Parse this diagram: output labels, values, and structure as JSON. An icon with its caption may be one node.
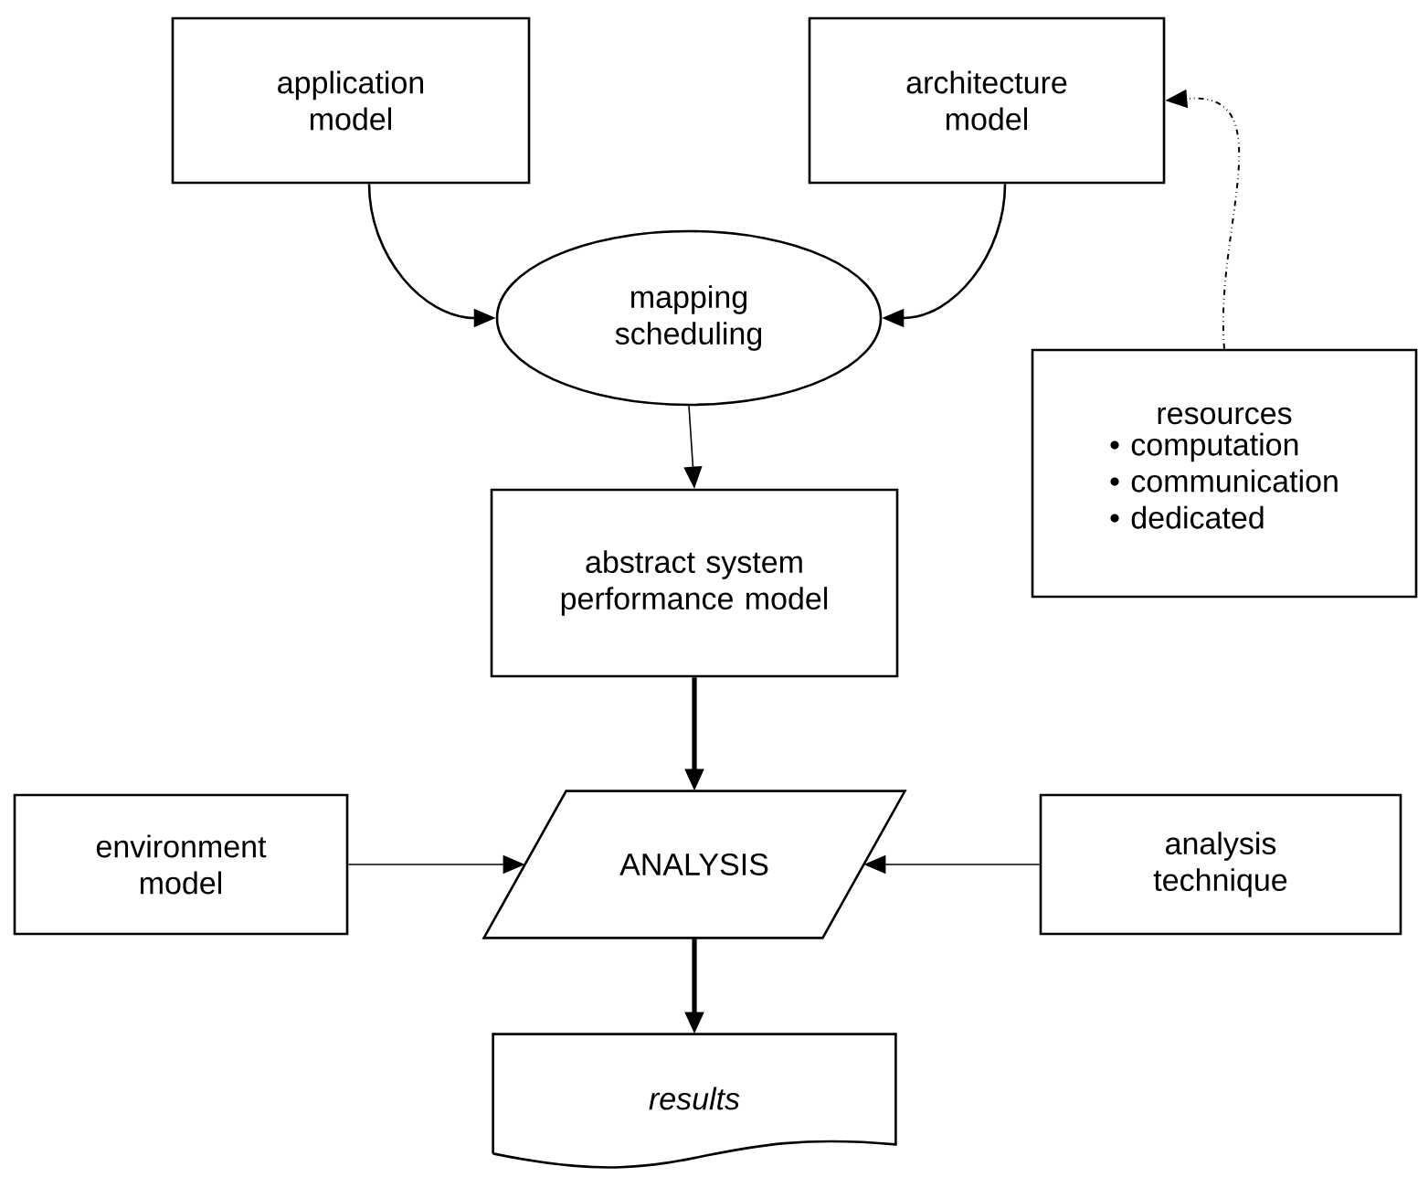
{
  "diagram": {
    "nodes": [
      {
        "text": [
          "application model"
        ]
      },
      {
        "text": [
          "architecture model"
        ]
      },
      {
        "text": [
          "mapping scheduling"
        ]
      },
      {
        "text": [
          "resources",
          "• computation",
          "• communication",
          "• dedicated"
        ]
      },
      {
        "text": [
          "abstract system performance model"
        ]
      },
      {
        "text": [
          "environment model"
        ]
      },
      {
        "text": [
          "ANALYSIS"
        ]
      },
      {
        "text": [
          "analysis technique"
        ]
      },
      {
        "text": [
          "results"
        ]
      }
    ],
    "edges": [
      {
        "from": 0,
        "to": 2,
        "arrow": "to"
      },
      {
        "from": 1,
        "to": 2,
        "arrow": "to"
      },
      {
        "from": 3,
        "to": 1,
        "arrow": "to",
        "style": "dashed"
      },
      {
        "from": 2,
        "to": 4,
        "arrow": "to"
      },
      {
        "from": 4,
        "to": 6,
        "arrow": "to",
        "style": "thick"
      },
      {
        "from": 5,
        "to": 6,
        "arrow": "to"
      },
      {
        "from": 7,
        "to": 6,
        "arrow": "to"
      },
      {
        "from": 6,
        "to": 8,
        "arrow": "to",
        "style": "thick"
      }
    ]
  }
}
